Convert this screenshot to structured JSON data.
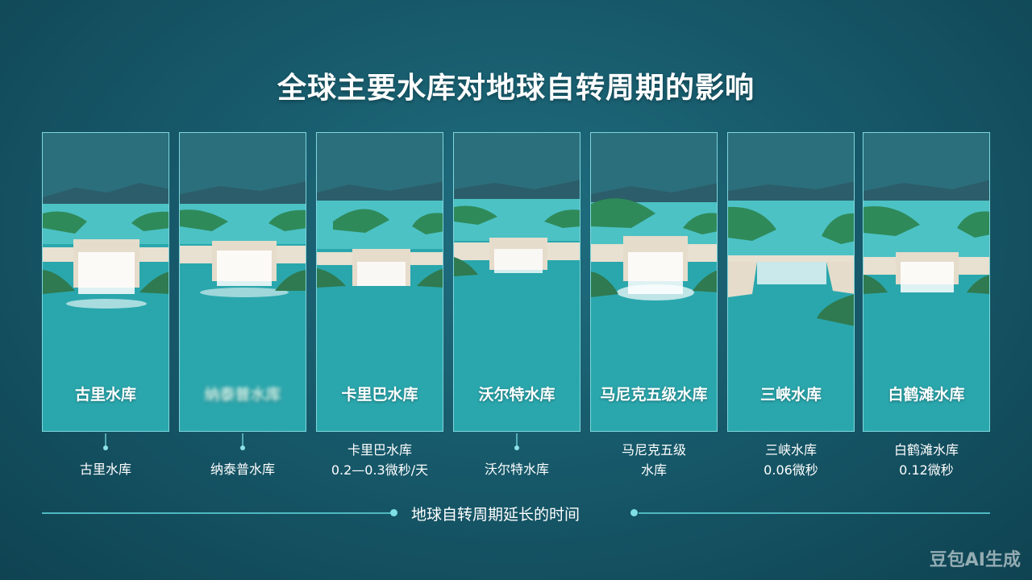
{
  "title": "全球主要水库对地球自转周期的影响",
  "panels": [
    {
      "label": "古里水库",
      "value": "古里水库"
    },
    {
      "label": "纳泰普水库",
      "value": "纳泰普水库"
    },
    {
      "label": "卡里巴水库",
      "value": "卡里巴水库\n0.2—0.3微秒/天"
    },
    {
      "label": "沃尔特水库",
      "value": "沃尔特水库"
    },
    {
      "label": "马尼克五级水库",
      "value": "马尼克五级\n水库"
    },
    {
      "label": "三峡水库",
      "value": "三峡水库\n0.06微秒"
    },
    {
      "label": "白鹤滩水库",
      "value": "白鹤滩水库\n0.12微秒"
    }
  ],
  "axis_label": "地球自转周期延长的时间",
  "watermark": "豆包AI生成",
  "colors": {
    "background": "#175a6b",
    "panel_water": "#2aa7ad",
    "panel_border": "#7fd6dc",
    "axis": "#4fb8c0"
  }
}
